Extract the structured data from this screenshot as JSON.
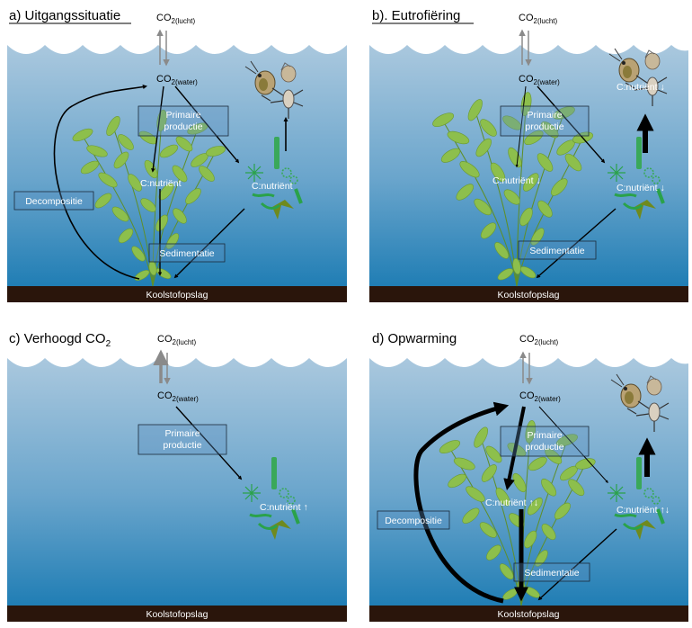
{
  "colors": {
    "water_top": "#aac8de",
    "water_bottom": "#1f7db4",
    "sediment": "#2a150b",
    "leaf": "#8dbf4c",
    "leaf_edge": "#5e8f2a",
    "algae": "#2aa24a",
    "box_fill": "#5d8fbf"
  },
  "panels": [
    {
      "title": "a) Uitgangssituatie",
      "co2_air": "CO",
      "co2_air_sub": "2(lucht)",
      "co2_water": "CO",
      "co2_water_sub": "2(water)",
      "box_primary_1": "Primaire",
      "box_primary_2": "productie",
      "box_decomp": "Decompositie",
      "box_sediment": "Sedimentatie",
      "label_plant": "C:nutriënt",
      "label_algae": "C:nutriënt",
      "floor": "Koolstofopslag"
    },
    {
      "title": "b). Eutrofiëring",
      "co2_air": "CO",
      "co2_air_sub": "2(lucht)",
      "co2_water": "CO",
      "co2_water_sub": "2(water)",
      "box_primary_1": "Primaire",
      "box_primary_2": "productie",
      "box_sediment": "Sedimentatie",
      "label_plant": "C:nutriënt ↓",
      "label_algae": "C:nutriënt ↓",
      "label_zoo": "C:nutriënt ↓",
      "floor": "Koolstofopslag"
    },
    {
      "title": "c) Verhoogd CO",
      "title_sub": "2",
      "co2_air": "CO",
      "co2_air_sub": "2(lucht)",
      "co2_water": "CO",
      "co2_water_sub": "2(water)",
      "box_primary_1": "Primaire",
      "box_primary_2": "productie",
      "label_algae": "C:nutriënt ↑",
      "floor": "Koolstofopslag"
    },
    {
      "title": "d) Opwarming",
      "co2_air": "CO",
      "co2_air_sub": "2(lucht)",
      "co2_water": "CO",
      "co2_water_sub": "2(water)",
      "box_primary_1": "Primaire",
      "box_primary_2": "productie",
      "box_decomp": "Decompositie",
      "box_sediment": "Sedimentatie",
      "label_plant": "C:nutriënt ↑↓",
      "label_algae": "C:nutriënt ↑↓",
      "floor": "Koolstofopslag"
    }
  ]
}
